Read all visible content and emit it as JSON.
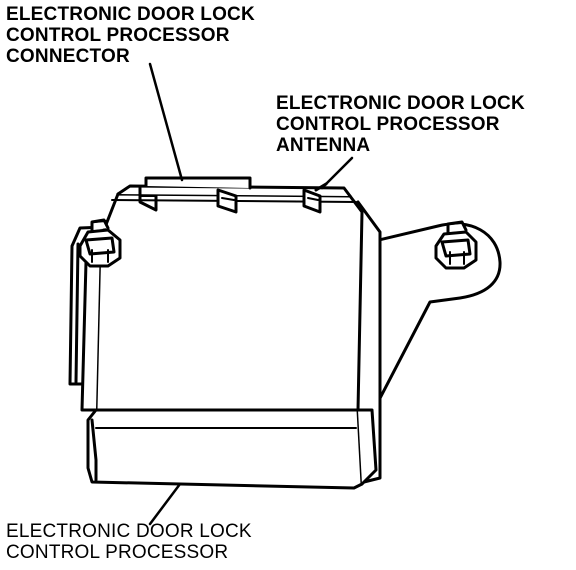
{
  "labels": {
    "connector": {
      "line1": "ELECTRONIC DOOR LOCK",
      "line2": "CONTROL PROCESSOR",
      "line3": "CONNECTOR"
    },
    "antenna": {
      "line1": "ELECTRONIC DOOR LOCK",
      "line2": "CONTROL PROCESSOR",
      "line3": "ANTENNA"
    },
    "processor": {
      "line1": "ELECTRONIC DOOR LOCK",
      "line2": "CONTROL PROCESSOR"
    }
  },
  "colors": {
    "ink": "#000000",
    "paper": "#ffffff"
  }
}
